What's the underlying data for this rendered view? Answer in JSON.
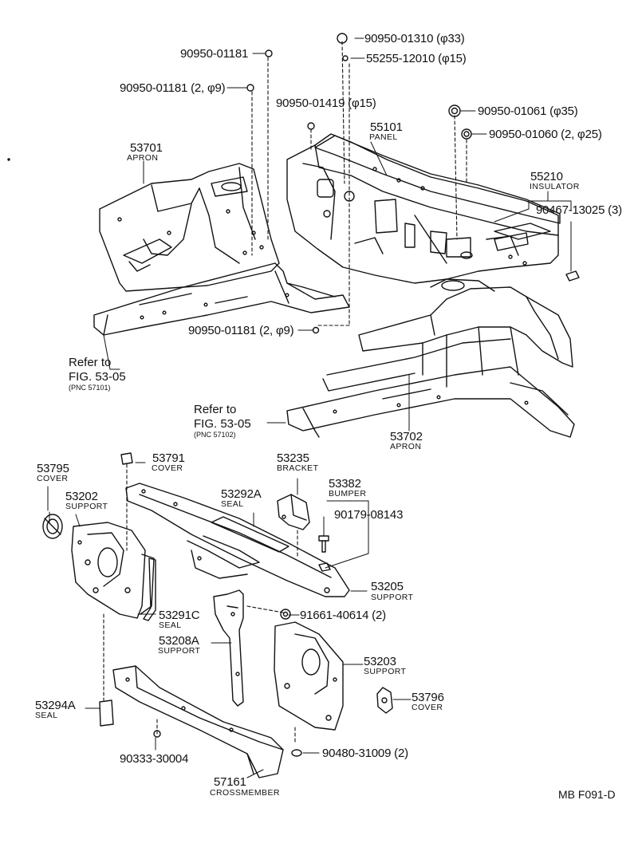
{
  "parts": {
    "p90950_01181_top": "90950-01181",
    "p90950_01181_2": "90950-01181 (2, φ9)",
    "p90950_01310": "90950-01310 (φ33)",
    "p55255_12010": "55255-12010 (φ15)",
    "p90950_01419": "90950-01419 (φ15)",
    "p90950_01061": "90950-01061 (φ35)",
    "p90950_01060": "90950-01060 (2, φ25)",
    "p53701": {
      "num": "53701",
      "name": "APRON"
    },
    "p55101": {
      "num": "55101",
      "name": "PANEL"
    },
    "p55210": {
      "num": "55210",
      "name": "INSULATOR"
    },
    "p90467": "90467-13025 (3)",
    "p90950_01181_bottom": "90950-01181 (2, φ9)",
    "ref1": {
      "line1": "Refer to",
      "line2": "FIG. 53-05",
      "line3": "(PNC 57101)"
    },
    "ref2": {
      "line1": "Refer to",
      "line2": "FIG. 53-05",
      "line3": "(PNC 57102)"
    },
    "p53702": {
      "num": "53702",
      "name": "APRON"
    },
    "p53795": {
      "num": "53795",
      "name": "COVER"
    },
    "p53791": {
      "num": "53791",
      "name": "COVER"
    },
    "p53235": {
      "num": "53235",
      "name": "BRACKET"
    },
    "p53202": {
      "num": "53202",
      "name": "SUPPORT"
    },
    "p53292A": {
      "num": "53292A",
      "name": "SEAL"
    },
    "p53382": {
      "num": "53382",
      "name": "BUMPER"
    },
    "p90179": "90179-08143",
    "p53205": {
      "num": "53205",
      "name": "SUPPORT"
    },
    "p53291C": {
      "num": "53291C",
      "name": "SEAL"
    },
    "p91661": "91661-40614 (2)",
    "p53208A": {
      "num": "53208A",
      "name": "SUPPORT"
    },
    "p53203": {
      "num": "53203",
      "name": "SUPPORT"
    },
    "p53796": {
      "num": "53796",
      "name": "COVER"
    },
    "p53294A": {
      "num": "53294A",
      "name": "SEAL"
    },
    "p90333": "90333-30004",
    "p90480": "90480-31009 (2)",
    "p57161": {
      "num": "57161",
      "name": "CROSSMEMBER"
    }
  },
  "footer": {
    "code": "MB  F091-D"
  }
}
